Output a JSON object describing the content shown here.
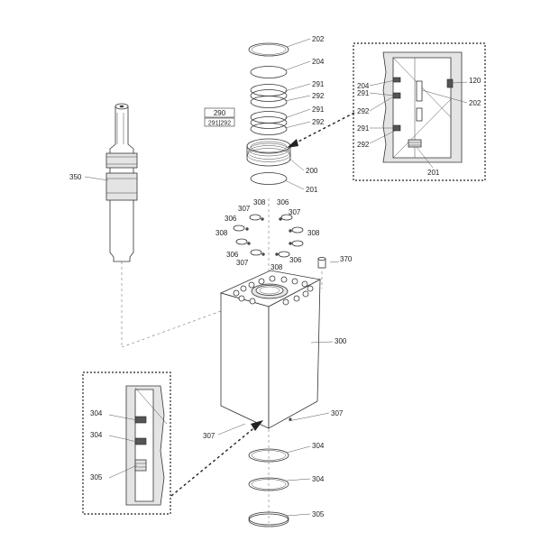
{
  "callouts": {
    "c202_top": "202",
    "c204_top": "204",
    "c291_a": "291",
    "c292_a": "292",
    "c291_b": "291",
    "c292_b": "292",
    "c200": "200",
    "c201": "201",
    "c290": "290",
    "c290_sub": "291|292",
    "c350": "350",
    "c308_a": "308",
    "c306_a": "306",
    "c307_a": "307",
    "c306_b": "306",
    "c308_b": "308",
    "c308_c": "308",
    "c306_c": "306",
    "c307_b": "307",
    "c308_d": "308",
    "c306_d": "306",
    "c370": "370",
    "c300": "300",
    "c307_c": "307",
    "c307_d": "307",
    "c304_a": "304",
    "c304_b": "304",
    "c305": "305",
    "c204_det": "204",
    "c291_det1": "291",
    "c292_det1": "292",
    "c291_det2": "291",
    "c292_det2": "292",
    "c120_det": "120",
    "c202_det": "202",
    "c201_det": "201",
    "c304_det1": "304",
    "c304_det2": "304",
    "c305_det": "305"
  }
}
